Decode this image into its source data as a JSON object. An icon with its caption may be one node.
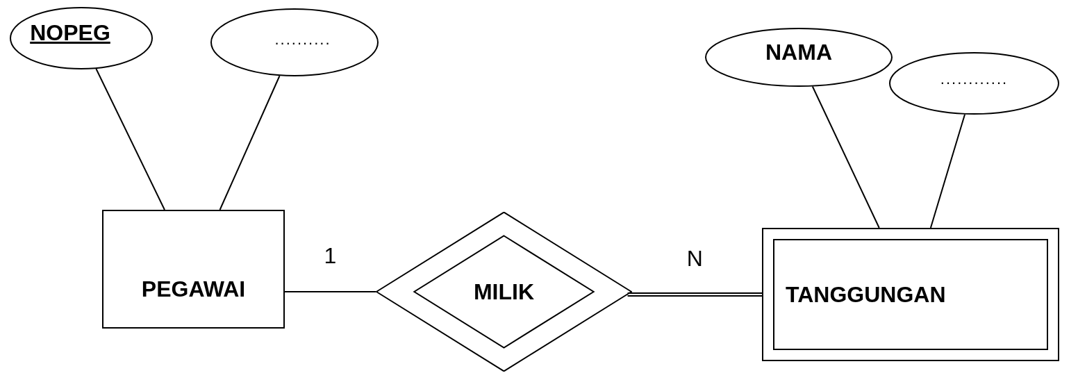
{
  "diagram": {
    "nodes": [
      {
        "text": [
          "NOPEG"
        ]
      },
      {
        "text": [
          ".........."
        ]
      },
      {
        "text": [
          "NAMA"
        ]
      },
      {
        "text": [
          "............"
        ]
      },
      {
        "text": [
          "PEGAWAI"
        ]
      },
      {
        "text": [
          "MILIK"
        ]
      },
      {
        "text": [
          "TANGGUNGAN"
        ]
      }
    ],
    "edges": [
      {
        "from": 0,
        "to": 4,
        "arrow": "none"
      },
      {
        "from": 1,
        "to": 4,
        "arrow": "none"
      },
      {
        "from": 2,
        "to": 6,
        "arrow": "none"
      },
      {
        "from": 3,
        "to": 6,
        "arrow": "none"
      },
      {
        "from": 4,
        "to": 5,
        "arrow": "none",
        "label": "1"
      },
      {
        "from": 5,
        "to": 6,
        "arrow": "none",
        "label": "N",
        "style": "thick"
      }
    ]
  }
}
